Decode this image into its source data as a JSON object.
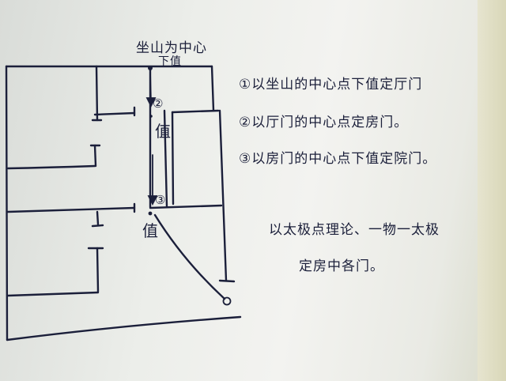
{
  "diagram": {
    "top_label": {
      "line1": "坐山为中心",
      "line2": "下值"
    },
    "marker_2": "②",
    "marker_3": "③",
    "cell_2_label": "值",
    "cell_3_label": "值",
    "notes": [
      "①以坐山的中心点下值定厅门",
      "②以厅门的中心点定房门。",
      "③以房门的中心点下值定院门。"
    ],
    "summary": [
      "以太极点理论、一物一太极",
      "定房中各门。"
    ]
  },
  "colors": {
    "ink": "#1b1f3a",
    "paper": "#f1f1ee"
  }
}
